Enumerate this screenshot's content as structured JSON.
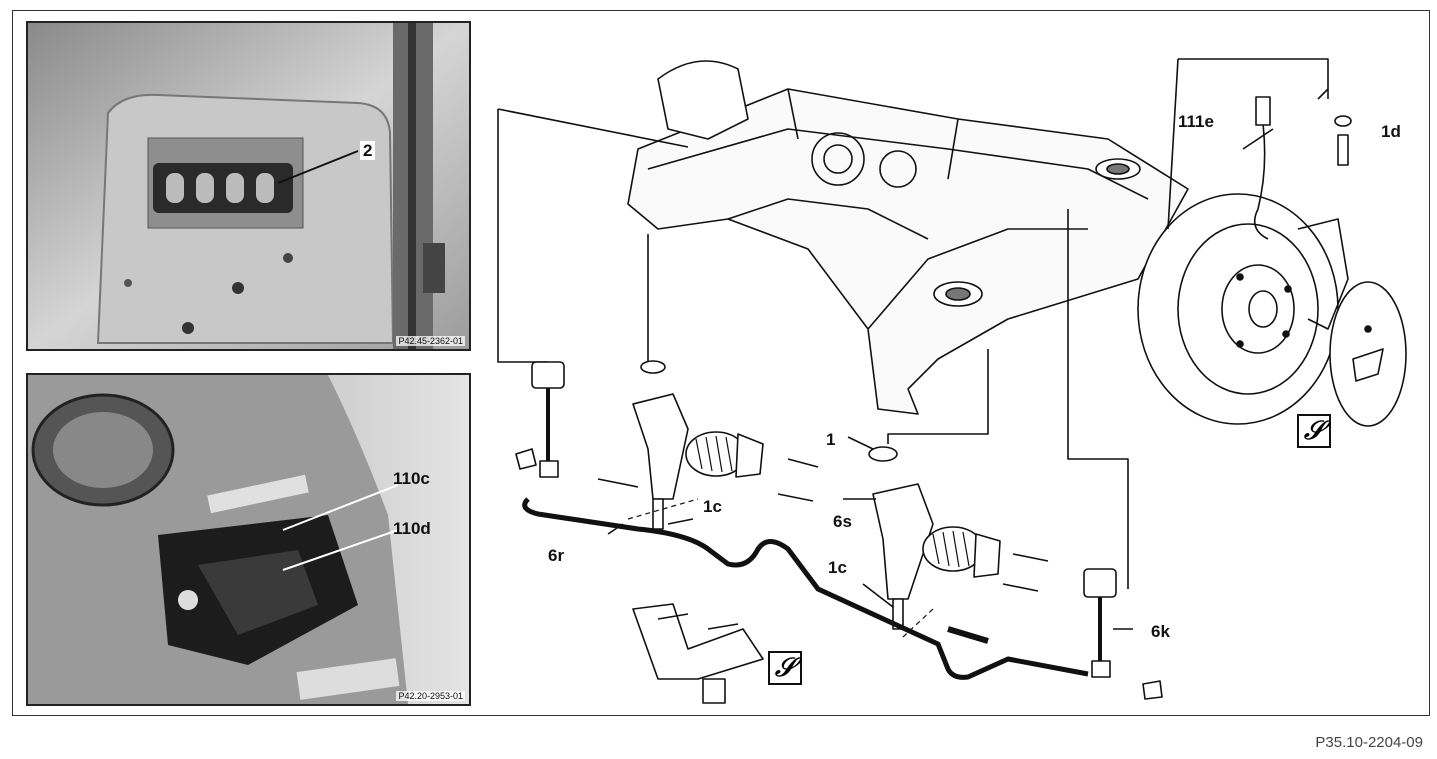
{
  "labels": {
    "l2": "2",
    "l110c": "110c",
    "l110d": "110d",
    "l111e": "111e",
    "l1d": "1d",
    "l1": "1",
    "l1c_a": "1c",
    "l1c_b": "1c",
    "l6s": "6s",
    "l6r": "6r",
    "l6k": "6k"
  },
  "photo_codes": {
    "top": "P42.45-2362-01",
    "bottom": "P42.20-2953-01"
  },
  "figure_ref": "P35.10-2204-09",
  "icons": [
    "wrench-symbol-icon",
    "wrench-symbol-icon"
  ],
  "colors": {
    "ink": "#111111",
    "photo_bg": "#bdbdbd"
  }
}
